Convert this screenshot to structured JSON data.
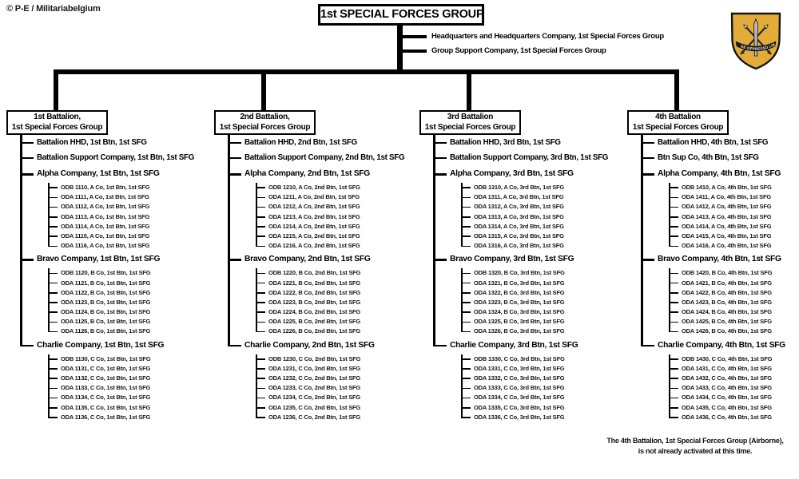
{
  "copyright": "© P-E / Militariabelgium",
  "title": "1st SPECIAL FORCES GROUP",
  "group_units": [
    "Headquarters and Headquarters Company,  1st Special Forces Group",
    "Group Support Company,  1st Special Forces Group"
  ],
  "insignia": {
    "motto": "DE OPPRESSO LIBER",
    "flash_color": "#E3AC38",
    "border_color": "#151515"
  },
  "battalions": [
    {
      "name_lines": [
        "1st Battalion,",
        "1st Special Forces Group"
      ],
      "units": [
        "Battalion HHD,  1st Btn, 1st SFG",
        "Battalion  Support Company, 1st Btn,  1st SFG"
      ],
      "companies": [
        {
          "label": "Alpha Company, 1st Btn,  1st SFG",
          "teams": [
            "ODB 1110, A Co, 1st Btn,  1st SFG",
            "ODA 1111, A Co, 1st Btn,  1st SFG",
            "ODA 1112, A Co, 1st Btn,  1st SFG",
            "ODA 1113, A Co, 1st Btn,  1st SFG",
            "ODA 1114, A Co, 1st Btn,  1st SFG",
            "ODA 1115, A Co, 1st Btn,  1st SFG",
            "ODA 1116, A Co, 1st Btn,  1st SFG"
          ]
        },
        {
          "label": "Bravo Company, 1st Btn, 1st SFG",
          "teams": [
            "ODB 1120, B Co, 1st Btn,  1st SFG",
            "ODA 1121, B Co, 1st Btn,  1st SFG",
            "ODA 1122, B Co, 1st Btn,  1st SFG",
            "ODA 1123, B Co, 1st Btn,  1st SFG",
            "ODA 1124, B Co, 1st Btn,  1st SFG",
            "ODA 1125, B Co, 1st Btn,  1st SFG",
            "ODA 1126, B Co, 1st Btn,  1st SFG"
          ]
        },
        {
          "label": "Charlie Company, 1st Btn,  1st SFG",
          "teams": [
            "ODB 1130, C Co, 1st Btn,  1st SFG",
            "ODA 1131, C Co, 1st Btn,  1st SFG",
            "ODA 1132, C Co, 1st Btn,  1st SFG",
            "ODA 1133, C Co, 1st Btn,  1st SFG",
            "ODA 1134, C Co, 1st Btn,  1st SFG",
            "ODA 1135, C Co, 1st Btn,  1st SFG",
            "ODA 1136, C Co, 1st Btn,  1st SFG"
          ]
        }
      ]
    },
    {
      "name_lines": [
        "2nd Battalion,",
        "1st Special Forces Group"
      ],
      "units": [
        "Battalion HHD,  2nd Btn, 1st SFG",
        "Battalion  Support Company, 2nd Btn,  1st SFG"
      ],
      "companies": [
        {
          "label": "Alpha Company, 2nd Btn,  1st SFG",
          "teams": [
            "ODB 1210, A Co, 2nd Btn,  1st SFG",
            "ODA 1211, A Co, 2nd Btn,  1st SFG",
            "ODA 1212, A Co, 2nd Btn,  1st SFG",
            "ODA 1213, A Co, 2nd Btn,  1st SFG",
            "ODA 1214, A Co, 2nd Btn,  1st SFG",
            "ODA 1215, A Co, 2nd Btn,  1st SFG",
            "ODA 1216, A Co, 2nd Btn,  1st SFG"
          ]
        },
        {
          "label": "Bravo Company, 2nd Btn,  1st SFG",
          "teams": [
            "ODB 1220, B Co, 2nd Btn,  1st SFG",
            "ODA 1221, B Co, 2nd Btn,  1st SFG",
            "ODA 1222, B Co, 2nd Btn,  1st SFG",
            "ODA 1223, B Co, 2nd Btn,  1st SFG",
            "ODA 1224, B Co, 2nd Btn,  1st SFG",
            "ODA 1225, B Co, 2nd Btn,  1st SFG",
            "ODA 1226, B Co, 2nd Btn,  1st SFG"
          ]
        },
        {
          "label": "Charlie Company, 2nd Btn, 1st SFG",
          "teams": [
            "ODB 1230, C Co, 2nd Btn,  1st SFG",
            "ODA 1231, C Co, 2nd Btn,  1st SFG",
            "ODA 1232, C Co, 2nd Btn,  1st SFG",
            "ODA 1233, C Co, 2nd Btn,  1st SFG",
            "ODA 1234, C Co, 2nd Btn,  1st SFG",
            "ODA 1235, C Co, 2nd Btn,  1st SFG",
            "ODA 1236, C Co, 2nd Btn,  1st SFG"
          ]
        }
      ]
    },
    {
      "name_lines": [
        "3rd Battalion",
        "1st Special Forces Group"
      ],
      "units": [
        "Battalion HHD,  3rd Btn, 1st SFG",
        "Battalion  Support Company, 3rd Btn,  1st SFG"
      ],
      "companies": [
        {
          "label": "Alpha Company, 3rd Btn,  1st SFG",
          "teams": [
            "ODB 1310, A Co, 3rd Btn,  1st SFG",
            "ODA 1311, A Co, 3rd Btn,  1st SFG",
            "ODA 1312, A Co, 3rd Btn,  1st SFG",
            "ODA 1313, A Co, 3rd Btn,  1st SFG",
            "ODA 1314, A Co, 3rd Btn,  1st SFG",
            "ODA 1315, A Co, 3rd Btn,  1st SFG",
            "ODA 1316, A Co, 3rd Btn,  1st SFG"
          ]
        },
        {
          "label": "Bravo Company, 3rd Btn, 1st SFG",
          "teams": [
            "ODB 1320, B Co, 3rd Btn,  1st SFG",
            "ODA 1321, B Co, 3rd Btn,  1st SFG",
            "ODA 1322, B Co, 3rd Btn,  1st SFG",
            "ODA 1323, B Co, 3rd Btn,  1st SFG",
            "ODA 1324, B Co, 3rd Btn,  1st SFG",
            "ODA 1325, B Co, 3rd Btn,  1st SFG",
            "ODA 1326, B Co, 3rd Btn,  1st SFG"
          ]
        },
        {
          "label": "Charlie Company, 3rd Btn,  1st SFG",
          "teams": [
            "ODB 1330, C Co, 3rd Btn,  1st SFG",
            "ODA 1331, C Co, 3rd Btn,  1st SFG",
            "ODA 1332, C Co, 3rd Btn,  1st SFG",
            "ODA 1333, C Co, 3rd Btn,  1st SFG",
            "ODA 1334, C Co, 3rd Btn,  1st SFG",
            "ODA 1335, C Co, 3rd Btn,  1st SFG",
            "ODA 1336, C Co, 3rd Btn,  1st SFG"
          ]
        }
      ]
    },
    {
      "name_lines": [
        "4th Battalion",
        "1st Special Forces Group"
      ],
      "units": [
        "Battalion HHD,  4th Btn, 1st SFG",
        "Btn  Sup Co, 4th Btn,  1st SFG"
      ],
      "companies": [
        {
          "label": "Alpha Company, 4th Btn,  1st SFG",
          "teams": [
            "ODB 1410, A Co, 4th Btn,  1st SFG",
            "ODA 1411, A Co, 4th Btn,  1st SFG",
            "ODA 1412, A Co, 4th Btn,  1st SFG",
            "ODA 1413, A Co, 4th Btn,  1st SFG",
            "ODA 1414, A Co, 4th Btn,  1st SFG",
            "ODA 1415, A Co, 4th Btn,  1st SFG",
            "ODA 1416, A Co, 4th Btn,  1st SFG"
          ]
        },
        {
          "label": "Bravo Company, 4th Btn,  1st SFG",
          "teams": [
            "ODB 1420, B Co, 4th Btn,  1st SFG",
            "ODA 1421, B Co, 4th Btn,  1st SFG",
            "ODA 1422, B Co, 4th Btn,  1st SFG",
            "ODA 1423, B Co, 4th Btn,  1st SFG",
            "ODA 1424, B Co, 4th Btn,  1st SFG",
            "ODA 1425, B Co, 4th Btn,  1st SFG",
            "ODA 1426, B Co, 4th Btn,  1st SFG"
          ]
        },
        {
          "label": "Charlie Company, 4th Btn,  1st SFG",
          "teams": [
            "ODB 1430, C Co, 4th Btn,  1st SFG",
            "ODA 1431, C Co, 4th Btn,  1st SFG",
            "ODA 1432, C Co, 4th Btn,  1st SFG",
            "ODA 1433, C Co, 4th Btn,  1st SFG",
            "ODA 1434, C Co, 4th Btn,  1st SFG",
            "ODA 1435, C Co, 4th Btn,  1st SFG",
            "ODA 1436, C Co, 4th Btn,  1st SFG"
          ]
        }
      ]
    }
  ],
  "footnote": [
    "The 4th Battalion, 1st Special Forces Group (Airborne),",
    "is not already activated at this time."
  ]
}
